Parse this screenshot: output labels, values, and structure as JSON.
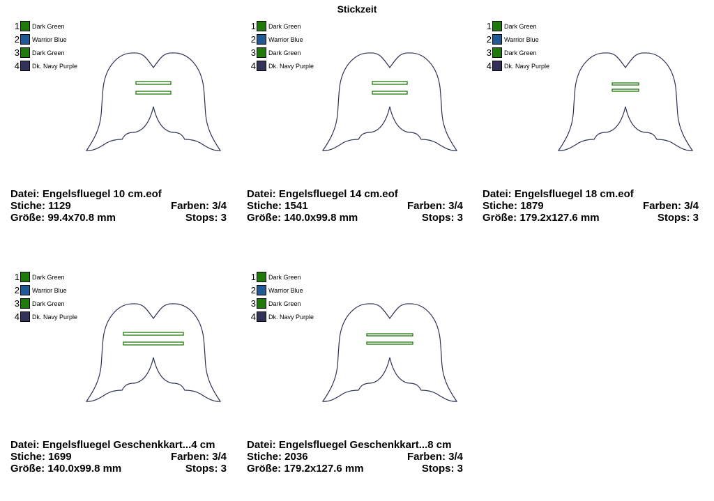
{
  "title": "Stickzeit",
  "colors": {
    "dark_green": "#1f7a0a",
    "warrior_blue": "#1f5a96",
    "navy_purple": "#33335a",
    "outline": "#2a3055"
  },
  "legend": [
    {
      "num": "1",
      "name": "Dark Green",
      "color": "#1f7a0a"
    },
    {
      "num": "2",
      "name": "Warrior Blue",
      "color": "#1f5a96"
    },
    {
      "num": "3",
      "name": "Dark Green",
      "color": "#1f7a0a"
    },
    {
      "num": "4",
      "name": "Dk. Navy Purple",
      "color": "#33335a"
    }
  ],
  "designs": [
    {
      "file": "Datei: Engelsfluegel 10 cm.eof",
      "stitches": "Stiche: 1129",
      "colors": "Farben: 3/4",
      "size": "Größe: 99.4x70.8 mm",
      "stops": "Stops: 3"
    },
    {
      "file": "Datei: Engelsfluegel 14 cm.eof",
      "stitches": "Stiche: 1541",
      "colors": "Farben: 3/4",
      "size": "Größe: 140.0x99.8 mm",
      "stops": "Stops: 3"
    },
    {
      "file": "Datei: Engelsfluegel 18 cm.eof",
      "stitches": "Stiche: 1879",
      "colors": "Farben: 3/4",
      "size": "Größe: 179.2x127.6 mm",
      "stops": "Stops: 3"
    },
    {
      "file": "Datei: Engelsfluegel Geschenkkart...4 cm",
      "stitches": "Stiche: 1699",
      "colors": "Farben: 3/4",
      "size": "Größe: 140.0x99.8 mm",
      "stops": "Stops: 3"
    },
    {
      "file": "Datei: Engelsfluegel Geschenkkart...8 cm",
      "stitches": "Stiche: 2036",
      "colors": "Farben: 3/4",
      "size": "Größe: 179.2x127.6 mm",
      "stops": "Stops: 3"
    }
  ]
}
